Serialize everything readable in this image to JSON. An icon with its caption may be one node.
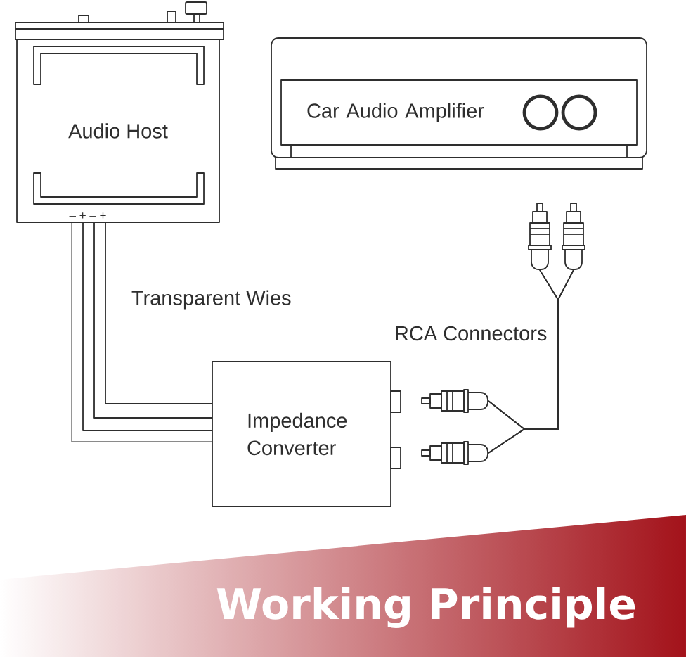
{
  "diagram": {
    "title": "Working Principle",
    "nodes": [
      {
        "text": [
          "Audio Host"
        ]
      },
      {
        "text": [
          "Car Audio Amplifier"
        ]
      },
      {
        "text": [],
        "shape": "picture"
      },
      {
        "text": [],
        "shape": "picture"
      },
      {
        "text": [
          "Impedance Converter"
        ]
      },
      {
        "text": [],
        "shape": "picture"
      },
      {
        "text": [],
        "shape": "picture"
      }
    ],
    "edges": [
      {
        "from": 0,
        "to": 4,
        "arrow": "none"
      },
      {
        "from": 0,
        "to": 4,
        "arrow": "none"
      },
      {
        "from": 0,
        "to": 4,
        "arrow": "none"
      },
      {
        "from": 0,
        "to": 4,
        "arrow": "none",
        "color": "#8a8a8a"
      },
      {
        "from": 5,
        "to": 2,
        "arrow": "none"
      },
      {
        "from": 5,
        "to": 3,
        "arrow": "none"
      },
      {
        "from": 6,
        "to": 2,
        "arrow": "none"
      },
      {
        "from": 6,
        "to": 3,
        "arrow": "none"
      }
    ],
    "labels": [
      "– + – +",
      "Transparent Wies",
      "RCA Connectors"
    ]
  }
}
